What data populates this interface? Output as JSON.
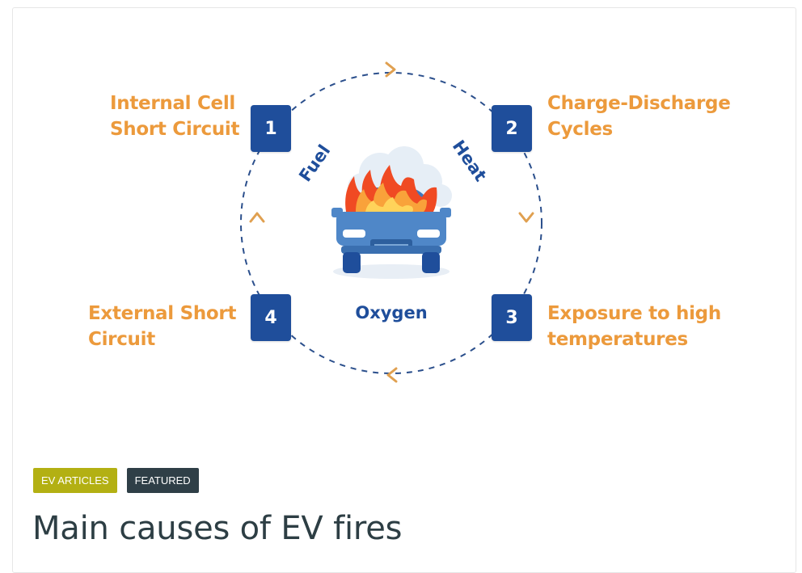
{
  "infographic": {
    "causes": [
      {
        "number": "1",
        "line1": "Internal Cell",
        "line2": "Short Circuit"
      },
      {
        "number": "2",
        "line1": "Charge-Discharge",
        "line2": "Cycles"
      },
      {
        "number": "3",
        "line1": "Exposure to high",
        "line2": "temperatures"
      },
      {
        "number": "4",
        "line1": "External Short",
        "line2": "Circuit"
      }
    ],
    "fire_triangle": {
      "fuel": "Fuel",
      "heat": "Heat",
      "oxygen": "Oxygen"
    },
    "colors": {
      "label_orange": "#ec9a3c",
      "box_blue": "#1f4e9b",
      "dash_blue": "#2b4f8c",
      "arrow_orange": "#e0a050"
    }
  },
  "tags": {
    "ev_articles": "EV ARTICLES",
    "featured": "FEATURED"
  },
  "post": {
    "title": "Main causes of EV fires"
  }
}
